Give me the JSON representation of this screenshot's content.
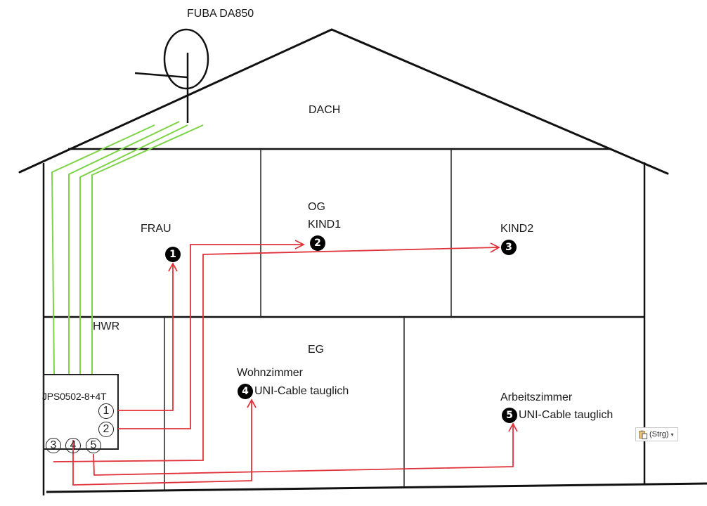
{
  "labels": {
    "antenna": "FUBA DA850",
    "roof": "DACH",
    "upper_floor": "OG",
    "frau": "FRAU",
    "kind1": "KIND1",
    "kind2": "KIND2",
    "hwr": "HWR",
    "ground_floor": "EG",
    "wohnzimmer": "Wohnzimmer",
    "wohnzimmer_note": "UNI-Cable tauglich",
    "arbeitszimmer": "Arbeitszimmer",
    "arbeitszimmer_note": "UNI-Cable tauglich",
    "multiswitch": "JPS0502-8+4T"
  },
  "outlets": [
    {
      "number": "1",
      "room": "FRAU"
    },
    {
      "number": "2",
      "room": "KIND1"
    },
    {
      "number": "3",
      "room": "KIND2"
    },
    {
      "number": "4",
      "room": "Wohnzimmer"
    },
    {
      "number": "5",
      "room": "Arbeitszimmer"
    }
  ],
  "switch_ports": [
    "1",
    "2",
    "3",
    "4",
    "5"
  ],
  "paste_options": {
    "label": "(Strg)",
    "icon": "clipboard-icon"
  },
  "colors": {
    "walls": "#111111",
    "coax_lnb": "#7ed348",
    "coax_outlet": "#e0323a",
    "badge": "#000000"
  }
}
